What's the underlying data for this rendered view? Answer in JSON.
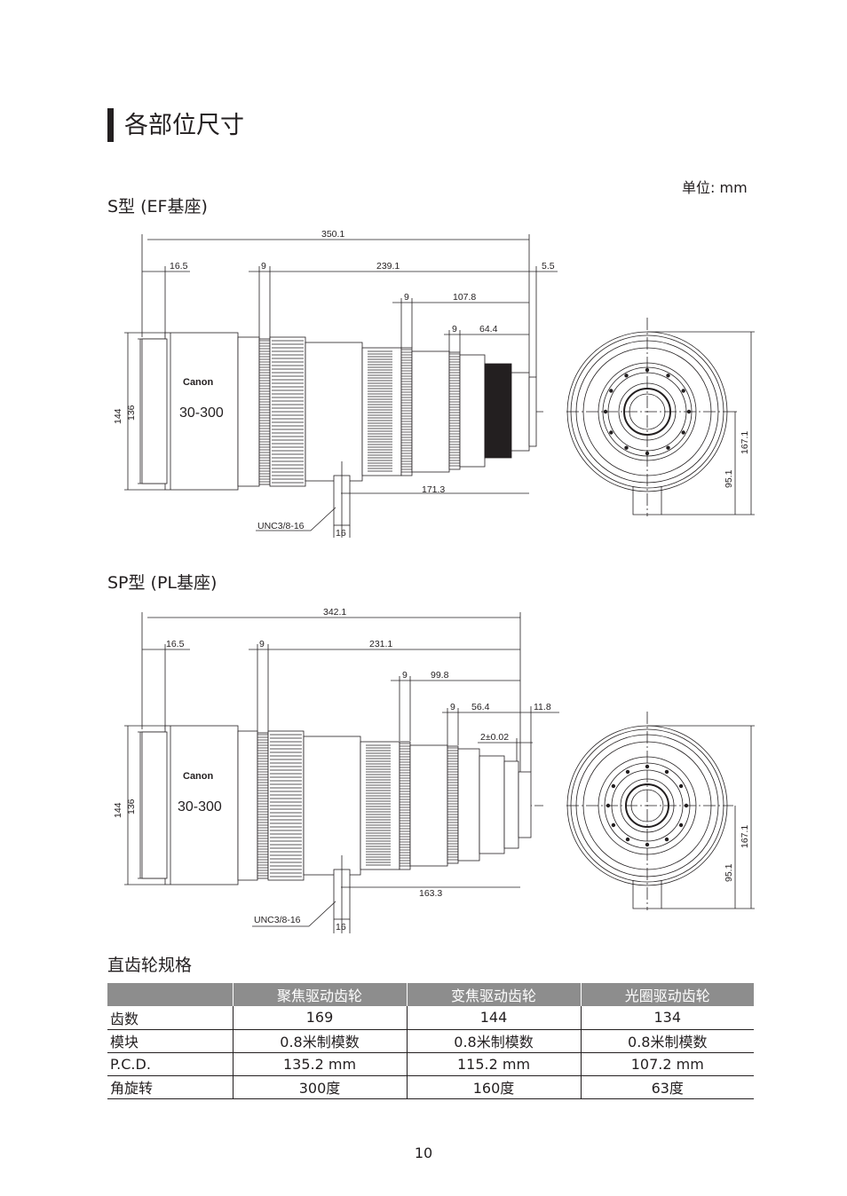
{
  "page": {
    "title": "各部位尺寸",
    "unit": "单位: mm",
    "page_number": "10"
  },
  "drawing_s": {
    "title": "S型 (EF基座)",
    "dims": {
      "overall": "350.1",
      "front": "16.5",
      "gear1": "9",
      "to_mount": "239.1",
      "mount": "5.5",
      "gear2": "9",
      "to_mount2": "107.8",
      "gear3": "9",
      "to_mount3": "64.4",
      "diameter_outer": "144",
      "diameter_inner": "136",
      "bracket": "171.3",
      "thread": "UNC3/8-16",
      "bracket_width": "16",
      "height_total": "167.1",
      "height_center": "95.1"
    },
    "brand": "Canon",
    "model": "30-300"
  },
  "drawing_sp": {
    "title": "SP型 (PL基座)",
    "dims": {
      "overall": "342.1",
      "front": "16.5",
      "gear1": "9",
      "to_mount": "231.1",
      "gear2": "9",
      "to_mount2": "99.8",
      "gear3": "9",
      "to_mount3": "56.4",
      "mount": "11.8",
      "tolerance": "2±0.02",
      "diameter_outer": "144",
      "diameter_inner": "136",
      "bracket": "163.3",
      "thread": "UNC3/8-16",
      "bracket_width": "16",
      "height_total": "167.1",
      "height_center": "95.1"
    },
    "brand": "Canon",
    "model": "30-300"
  },
  "gear_spec": {
    "title": "直齿轮规格",
    "headers": [
      "",
      "聚焦驱动齿轮",
      "变焦驱动齿轮",
      "光圈驱动齿轮"
    ],
    "rows": [
      {
        "label": "齿数",
        "values": [
          "169",
          "144",
          "134"
        ]
      },
      {
        "label": "模块",
        "values": [
          "0.8米制模数",
          "0.8米制模数",
          "0.8米制模数"
        ]
      },
      {
        "label": "P.C.D.",
        "values": [
          "135.2 mm",
          "115.2 mm",
          "107.2 mm"
        ]
      },
      {
        "label": "角旋转",
        "values": [
          "300度",
          "160度",
          "63度"
        ]
      }
    ]
  }
}
